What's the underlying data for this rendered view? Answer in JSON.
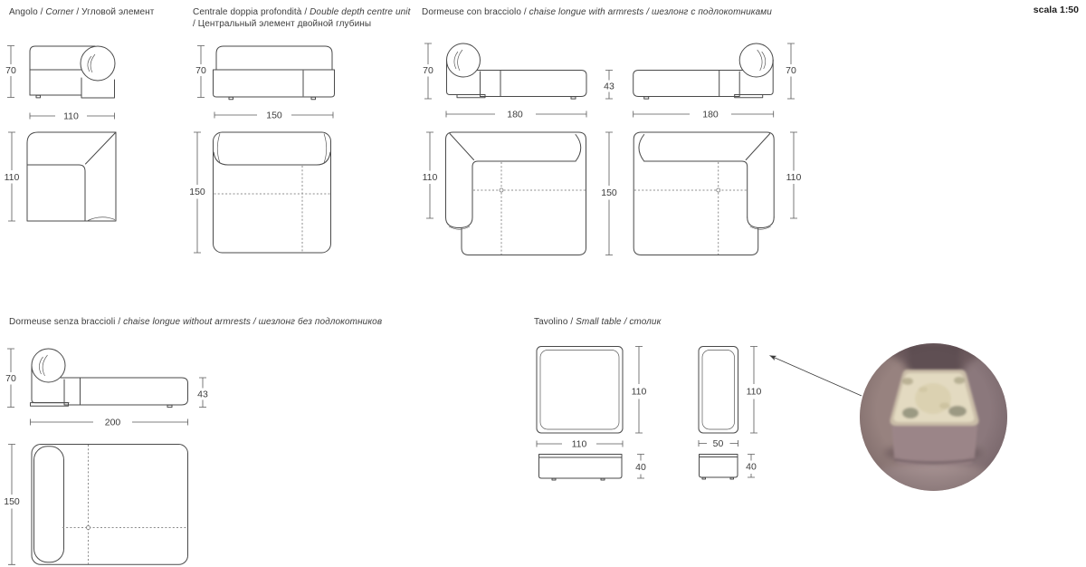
{
  "scale_label": "scala 1:50",
  "colors": {
    "line": "#4a4a4a",
    "photo_sofa": "#8f7b7e",
    "photo_table_top": "#e3dac1"
  },
  "angolo": {
    "title_pre": "Angolo / ",
    "title_em": "Corner",
    "title_post": " / Угловой элемент",
    "height": "70",
    "width": "110",
    "depth": "110"
  },
  "centrale": {
    "title_pre": "Centrale doppia profondità / ",
    "title_em": "Double depth centre unit",
    "title_post": " / Центральный элемент двойной глубины",
    "height": "70",
    "width": "150",
    "depth": "150"
  },
  "dormeuse": {
    "title_pre": "Dormeuse con bracciolo / ",
    "title_em": "chaise longue with armrests / шезлонг с подлокотниками",
    "title_post": "",
    "height_left": "70",
    "height_right": "70",
    "seat_height": "43",
    "width_left": "180",
    "width_right": "180",
    "armrest_depth_left": "110",
    "armrest_depth_right": "110",
    "depth": "150"
  },
  "dormeuse_nb": {
    "title_pre": "Dormeuse senza braccioli / ",
    "title_em": "chaise longue without armrests / шезлонг без подлокотников",
    "title_post": "",
    "height": "70",
    "seat_height": "43",
    "width": "200",
    "depth": "150"
  },
  "tavolino": {
    "title_pre": "Tavolino / ",
    "title_em": "Small table / столик",
    "title_post": "",
    "square_depth": "110",
    "square_width": "110",
    "square_height": "40",
    "rect_depth": "110",
    "rect_width": "50",
    "rect_height": "40"
  }
}
